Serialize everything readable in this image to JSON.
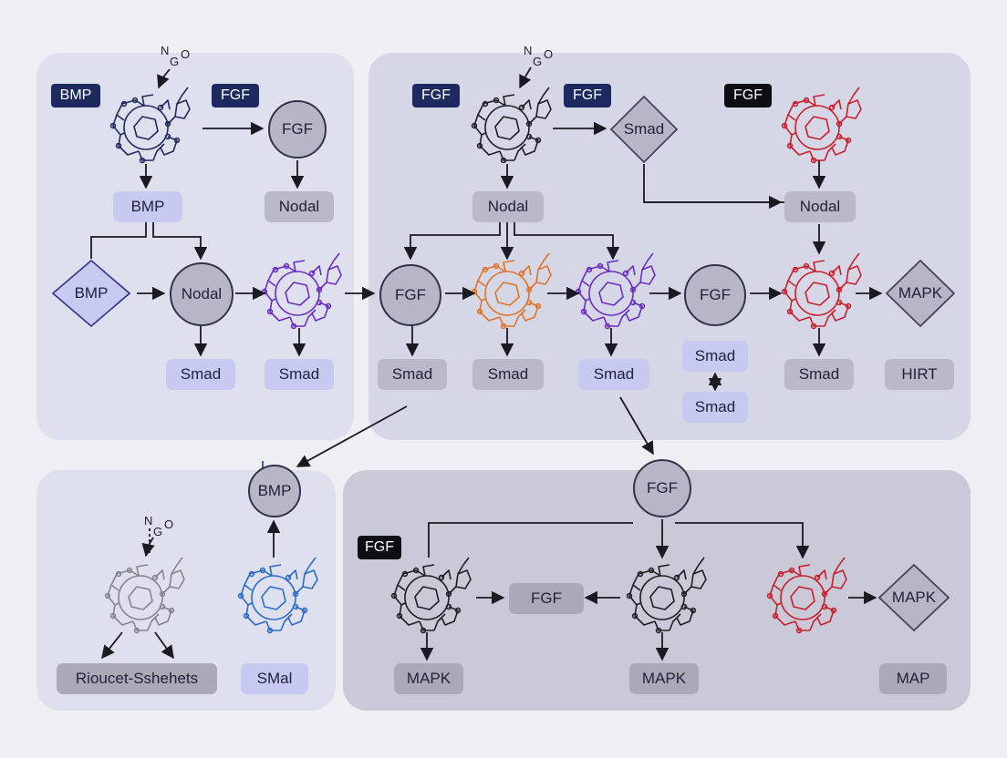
{
  "labels": {
    "tag_bmp_1": "BMP",
    "tag_fgf_1": "FGF",
    "tag_fgf_2": "FGF",
    "tag_fgf_3": "FGF",
    "tag_fgf_4": "FGF",
    "tag_fgf_5": "FGF",
    "circle_fgf_1": "FGF",
    "circle_nodal": "Nodal",
    "circle_fgf_2": "FGF",
    "circle_fgf_3": "FGF",
    "circle_bmp": "BMP",
    "circle_fgf_4": "FGF",
    "diamond_bmp": "BMP",
    "diamond_smad": "Smad",
    "diamond_mapk_1": "MAPK",
    "diamond_mapk_2": "MAPK",
    "pill_bmp": "BMP",
    "pill_nodal_1": "Nodal",
    "pill_nodal_2": "Nodal",
    "pill_nodal_3": "Nodal",
    "pill_smad_1": "Smad",
    "pill_smad_2": "Smad",
    "pill_smad_3": "Smad",
    "pill_smad_4": "Smad",
    "pill_smad_5": "Smad",
    "pill_smad_6": "Smad",
    "pill_smad_7": "Smad",
    "pill_smad_8": "Smad",
    "pill_hirt": "HIRT",
    "pill_rioucet": "Rioucet-Sshehets",
    "pill_smal": "SMal",
    "pill_fgf": "FGF",
    "pill_mapk_1": "MAPK",
    "pill_mapk_2": "MAPK",
    "pill_map": "MAP",
    "formula_1_n": "N",
    "formula_1_g": "G",
    "formula_1_o": "O",
    "formula_2_n": "N",
    "formula_2_g": "G",
    "formula_2_o": "O",
    "formula_3_n": "N",
    "formula_3_g": "G",
    "formula_3_o": "O"
  },
  "colors": {
    "molecule_navy": "#1f2a5a",
    "molecule_purple": "#6a2fc0",
    "molecule_orange": "#e0742a",
    "molecule_red": "#c8202e",
    "molecule_blue": "#2a6cc8",
    "molecule_grey": "#85858f",
    "molecule_black": "#1e1e24"
  }
}
